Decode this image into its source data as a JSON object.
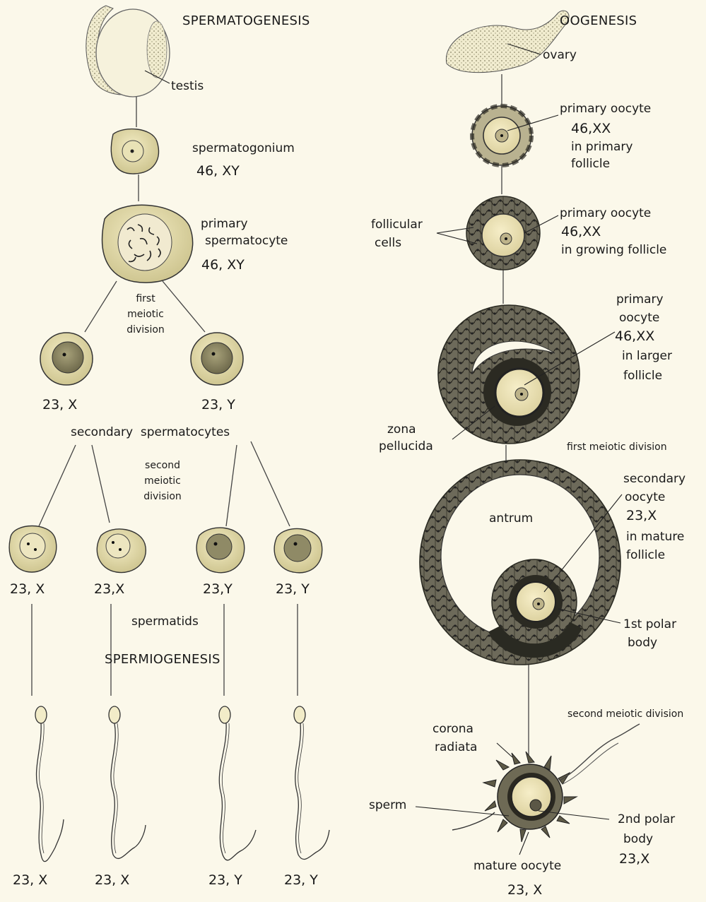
{
  "spermatogenesis": {
    "heading": "SPERMATOGENESIS",
    "testis": "testis",
    "spermatogonium": {
      "name": "spermatogonium",
      "karyotype": "46, XY"
    },
    "primary_spermatocyte": {
      "name_line1": "primary",
      "name_line2": "spermatocyte",
      "karyotype": "46, XY"
    },
    "first_meiotic_division": [
      "first",
      "meiotic",
      "division"
    ],
    "secondary_left": "23, X",
    "secondary_right": "23, Y",
    "secondary_label": "secondary  spermatocytes",
    "second_meiotic_division": [
      "second",
      "meiotic",
      "division"
    ],
    "spermatids_karyotypes": [
      "23, X",
      "23,X",
      "23,Y",
      "23, Y"
    ],
    "spermatids_label": "spermatids",
    "spermiogenesis": "SPERMIOGENESIS",
    "sperm_karyotypes": [
      "23, X",
      "23, X",
      "23, Y",
      "23, Y"
    ]
  },
  "oogenesis": {
    "heading": "OOGENESIS",
    "ovary": "ovary",
    "primary_oocyte_1": [
      "primary oocyte",
      "46,XX",
      "in primary",
      "follicle"
    ],
    "follicular_cells": [
      "follicular",
      "cells"
    ],
    "primary_oocyte_2": [
      "primary oocyte",
      "46,XX",
      "in growing follicle"
    ],
    "primary_oocyte_3": [
      "primary",
      "oocyte",
      "46,XX",
      "in larger",
      "follicle"
    ],
    "zona_pellucida": [
      "zona",
      "pellucida"
    ],
    "first_meiotic_division": "first meiotic division",
    "antrum": "antrum",
    "secondary_oocyte": [
      "secondary",
      "oocyte",
      "23,X",
      "in mature",
      "follicle"
    ],
    "first_polar_body": [
      "1st polar",
      "body"
    ],
    "second_meiotic_division": "second meiotic division",
    "corona_radiata": [
      "corona",
      "radiata"
    ],
    "sperm": "sperm",
    "second_polar_body": [
      "2nd polar",
      "body",
      "23,X"
    ],
    "mature_oocyte": "mature oocyte",
    "mature_karyotype": "23, X"
  }
}
